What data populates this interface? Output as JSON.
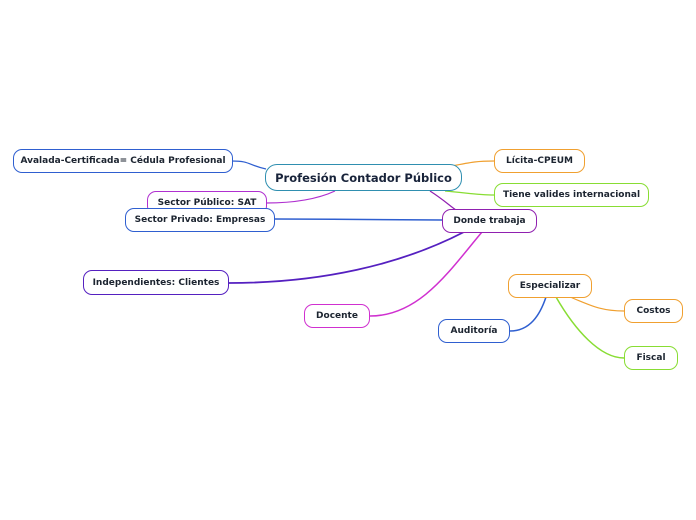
{
  "central": {
    "label": "Profesión Contador Público",
    "color": "#2f8fb0"
  },
  "nodes": {
    "avalada": {
      "label": "Avalada-Certificada= Cédula Profesional",
      "color": "#2f5fd0"
    },
    "licita": {
      "label": "Lícita-CPEUM",
      "color": "#f0a030"
    },
    "validez": {
      "label": "Tiene valides internacional",
      "color": "#88dd33"
    },
    "sector_publico": {
      "label": "Sector Público: SAT",
      "color": "#b030d0"
    },
    "donde_trabaja": {
      "label": "Donde trabaja",
      "color": "#9020b0"
    },
    "sector_privado": {
      "label": "Sector Privado: Empresas",
      "color": "#2f5fd0"
    },
    "independientes": {
      "label": "Independientes: Clientes",
      "color": "#5520c0"
    },
    "docente": {
      "label": "Docente",
      "color": "#d030d0"
    },
    "especializar": {
      "label": "Especializar",
      "color": "#f0a030"
    },
    "costos": {
      "label": "Costos",
      "color": "#f0a030"
    },
    "auditoria": {
      "label": "Auditoría",
      "color": "#2f5fd0"
    },
    "fiscal": {
      "label": "Fiscal",
      "color": "#88dd33"
    }
  }
}
